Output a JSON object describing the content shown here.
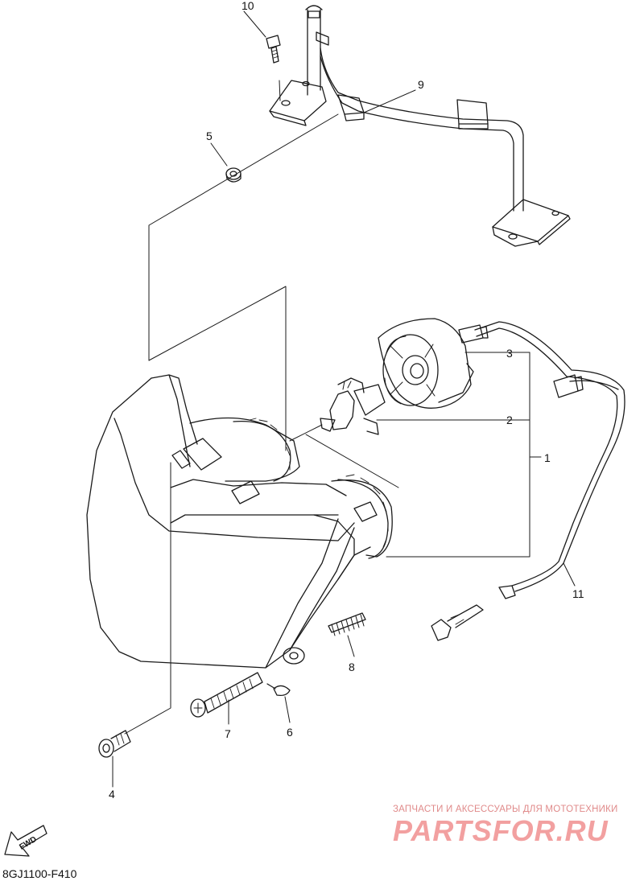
{
  "callouts": {
    "c1": "1",
    "c2": "2",
    "c3": "3",
    "c4": "4",
    "c5": "5",
    "c6": "6",
    "c7": "7",
    "c8": "8",
    "c9": "9",
    "c10": "10",
    "c11": "11"
  },
  "fwd_label": "FWD",
  "diagram_code": "8GJ1100-F410",
  "watermark": {
    "tagline": "ЗАПЧАСТИ И АКСЕССУАРЫ ДЛЯ МОТОТЕХНИКИ",
    "brand": "PARTSFOR.RU"
  },
  "colors": {
    "line": "#1a1a1a",
    "watermark": "#f2a0a0"
  }
}
